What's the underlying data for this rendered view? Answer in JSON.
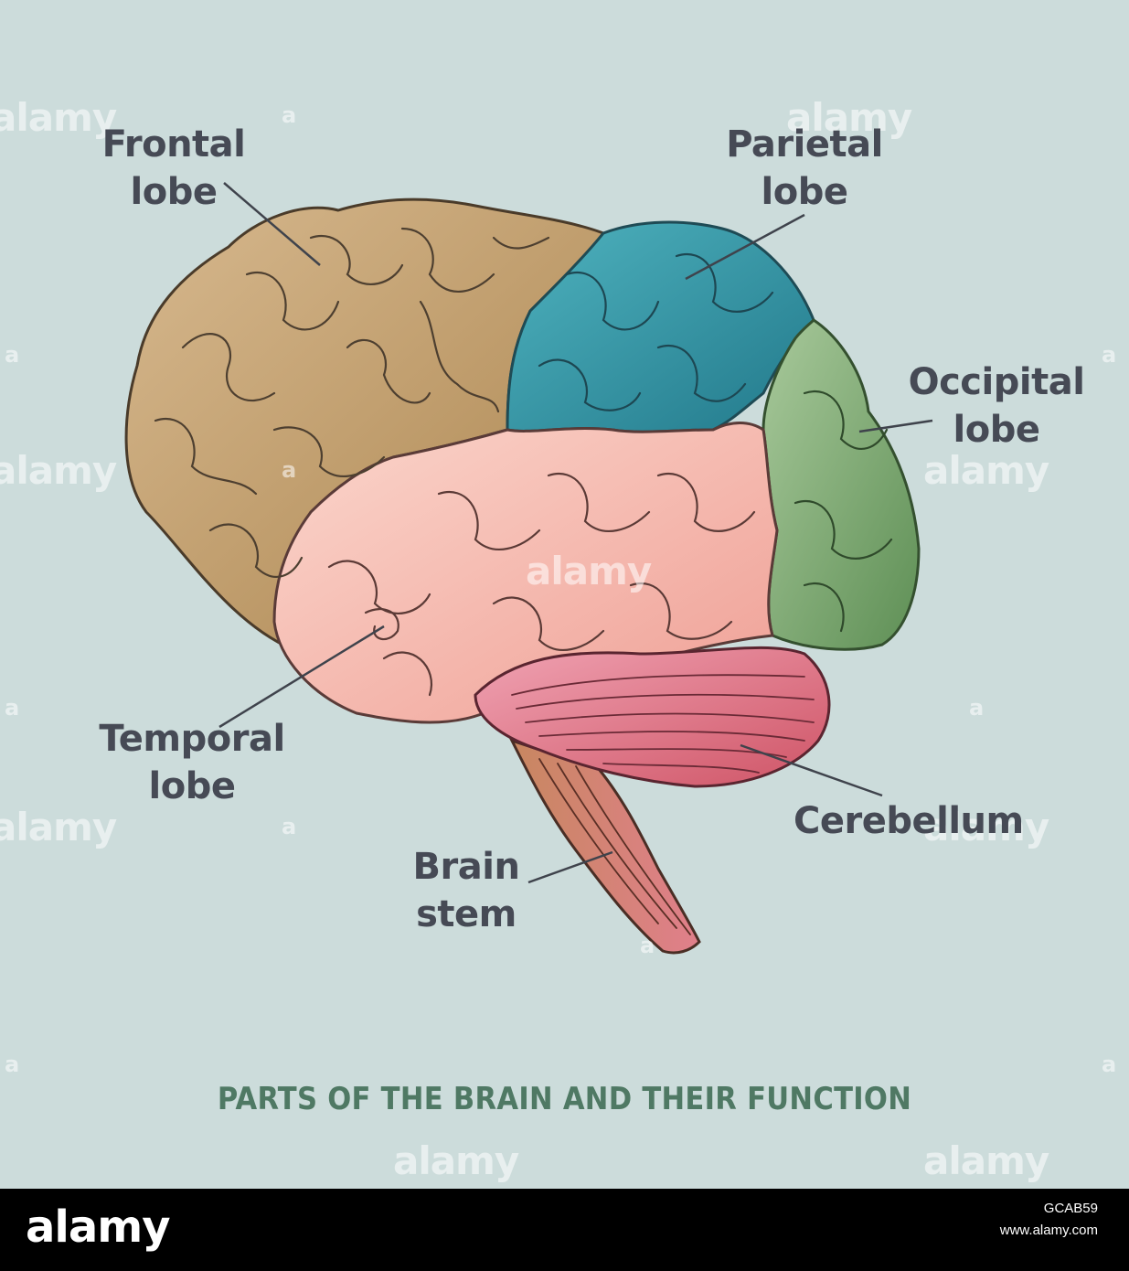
{
  "labels": {
    "frontal": [
      "Frontal",
      "lobe"
    ],
    "parietal": [
      "Parietal",
      "lobe"
    ],
    "occipital": [
      "Occipital",
      "lobe"
    ],
    "temporal": [
      "Temporal",
      "lobe"
    ],
    "cerebellum": [
      "Cerebellum"
    ],
    "brain_stem": [
      "Brain",
      "stem"
    ]
  },
  "title": "PARTS OF THE BRAIN AND THEIR FUNCTION",
  "watermark": {
    "word": "alamy",
    "letter": "a"
  },
  "footer": {
    "logo": "alamy",
    "image_id": "GCAB59",
    "site": "www.alamy.com"
  },
  "colors": {
    "background": "#ccdcdb",
    "frontal": "#c19f72",
    "parietal": "#2f8c9a",
    "occipital": "#79a572",
    "temporal": "#f2aea4",
    "cerebellum": "#d9707f",
    "brain_stem": "#b06e4e",
    "label_text": "#464a55",
    "title_text": "#4f7964"
  }
}
